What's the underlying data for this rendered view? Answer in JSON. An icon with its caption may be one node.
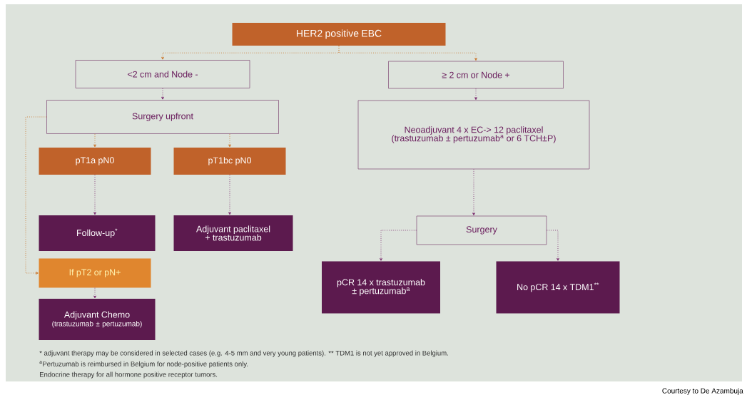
{
  "diagram": {
    "nodes": [
      {
        "text": [
          "HER2 positive EBC"
        ]
      },
      {
        "text": [
          "<2 cm and Node -"
        ]
      },
      {
        "text": [
          "≥ 2 cm or Node +"
        ]
      },
      {
        "text": [
          "Surgery upfront"
        ]
      },
      {
        "text": [
          "pT1a pN0"
        ]
      },
      {
        "text": [
          "pT1bc pN0"
        ]
      },
      {
        "text": [
          "Neoadjuvant 4 x EC-> 12 paclitaxel (trastuzumab ± pertuzumab$^{a}$ or 6 TCH±P)"
        ]
      },
      {
        "text": [
          "Follow-up$^{*}$"
        ]
      },
      {
        "text": [
          "Adjuvant paclitaxel + trastuzumab"
        ]
      },
      {
        "text": [
          "Surgery"
        ]
      },
      {
        "text": [
          "If pT2 or pN+"
        ]
      },
      {
        "text": [
          "Adjuvant Chemo",
          "(trastuzumab ± pertuzumab)"
        ]
      },
      {
        "text": [
          "pCR 14 x trastuzumab ± pertuzumab$^{a}$"
        ]
      },
      {
        "text": [
          "No pCR 14 x TDM1$^{**}$"
        ]
      }
    ],
    "edges": [
      {
        "from": 0,
        "to": 1,
        "arrow": "to",
        "color": "#c9772e"
      },
      {
        "from": 0,
        "to": 2,
        "arrow": "to",
        "color": "#c9772e"
      },
      {
        "from": 1,
        "to": 3,
        "arrow": "to"
      },
      {
        "from": 2,
        "to": 6,
        "arrow": "to"
      },
      {
        "from": 3,
        "to": 4,
        "arrow": "to",
        "color": "#c9772e"
      },
      {
        "from": 3,
        "to": 5,
        "arrow": "to",
        "color": "#c9772e"
      },
      {
        "from": 3,
        "to": 10,
        "arrow": "to",
        "color": "#c9772e"
      },
      {
        "from": 4,
        "to": 7,
        "arrow": "to"
      },
      {
        "from": 5,
        "to": 8,
        "arrow": "to"
      },
      {
        "from": 6,
        "to": 9,
        "arrow": "to"
      },
      {
        "from": 9,
        "to": 12,
        "arrow": "to"
      },
      {
        "from": 9,
        "to": 13,
        "arrow": "to"
      },
      {
        "from": 10,
        "to": 11,
        "arrow": "to"
      }
    ],
    "labels": [
      "* adjuvant therapy may be considered in selected cases (e.g. 4-5 mm and very young patients). ** TDM1 is not yet approved in Belgium.",
      "$^{a}$Pertuzumab is reimbursed in Belgium for node-positive patients only.",
      "Endocrine therapy for all hormone positive receptor tumors.",
      "Courtesy to De Azambuja"
    ]
  }
}
